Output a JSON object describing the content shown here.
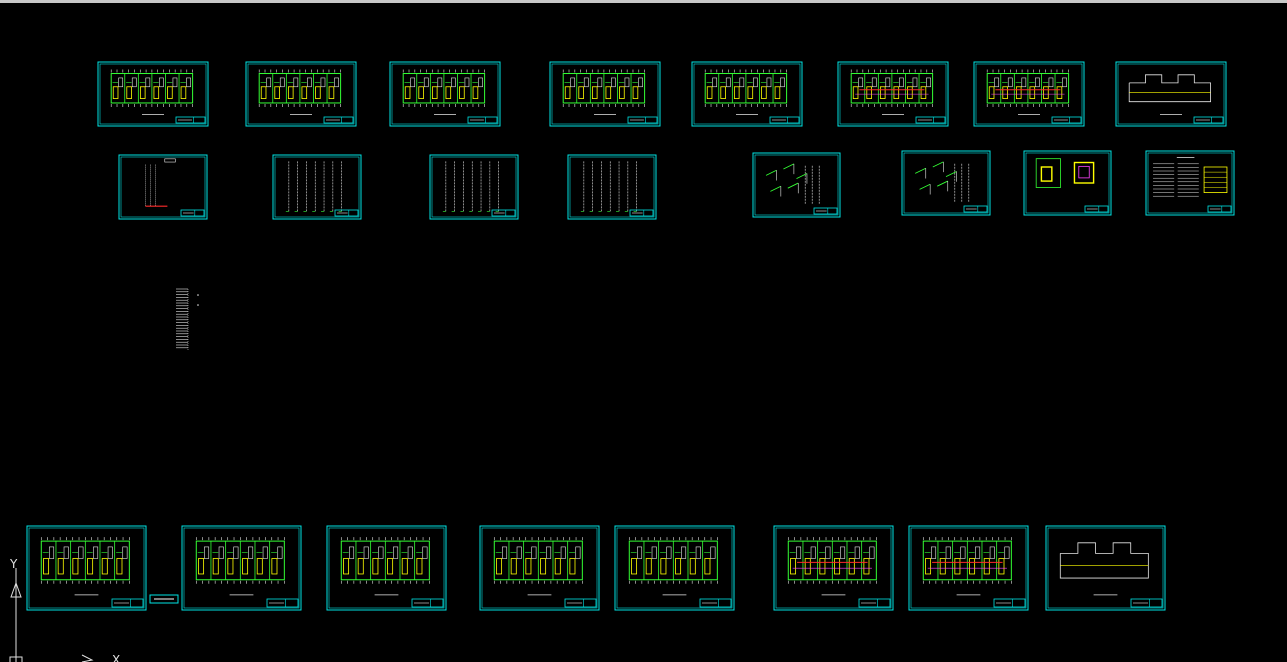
{
  "app": {
    "viewport": "model-space",
    "background": "#000000",
    "colors": {
      "frame": "#00e5e5",
      "plan_green": "#33ff33",
      "plan_yellow": "#ffff00",
      "plan_white": "#e8e8e8",
      "plan_red": "#ff2a2a",
      "plan_magenta": "#ff44ff"
    }
  },
  "drawing_sheets": {
    "row1": [
      {
        "kind": "floor-plan"
      },
      {
        "kind": "floor-plan"
      },
      {
        "kind": "floor-plan"
      },
      {
        "kind": "floor-plan"
      },
      {
        "kind": "floor-plan"
      },
      {
        "kind": "floor-plan-detailed"
      },
      {
        "kind": "floor-plan-detailed"
      },
      {
        "kind": "roof-plan"
      }
    ],
    "row2": [
      {
        "kind": "riser-diagram"
      },
      {
        "kind": "system-diagram"
      },
      {
        "kind": "system-diagram"
      },
      {
        "kind": "system-diagram"
      },
      {
        "kind": "isometric"
      },
      {
        "kind": "isometric"
      },
      {
        "kind": "detail"
      },
      {
        "kind": "notes-table"
      }
    ],
    "row3": [
      {
        "kind": "floor-plan"
      },
      {
        "kind": "floor-plan"
      },
      {
        "kind": "floor-plan"
      },
      {
        "kind": "floor-plan"
      },
      {
        "kind": "floor-plan"
      },
      {
        "kind": "floor-plan-detailed"
      },
      {
        "kind": "floor-plan-detailed"
      },
      {
        "kind": "roof-plan"
      }
    ]
  },
  "ucs_icon": {
    "y_label": "Y",
    "x_label": "X",
    "icon_name": "ucs-axis-icon"
  }
}
